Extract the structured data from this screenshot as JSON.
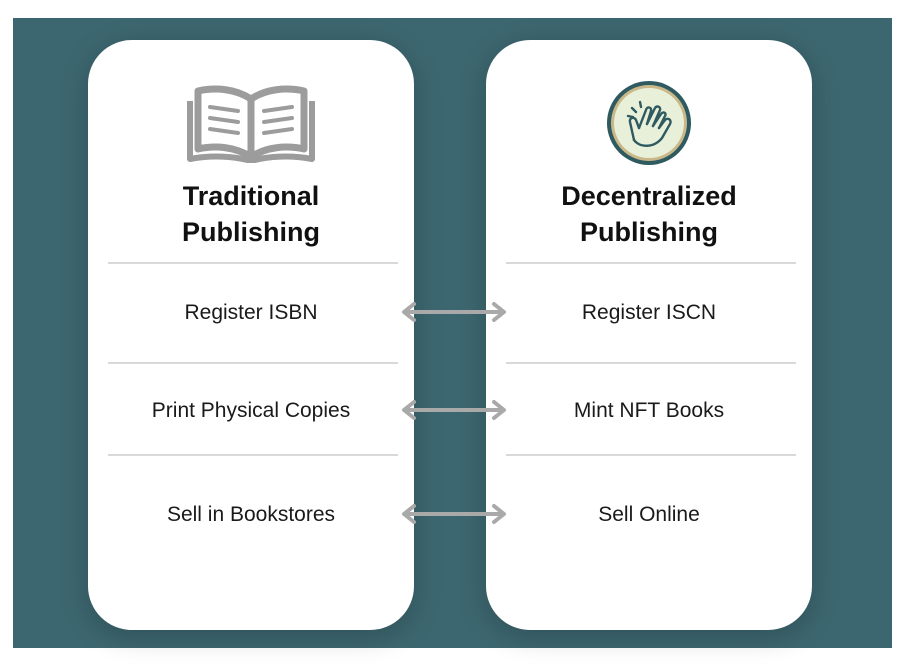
{
  "colors": {
    "panel": "#3d6770",
    "card": "#ffffff",
    "arrow": "#a9a9a9",
    "book_icon": "#9c9c9c",
    "coin_fill": "#e9f0da",
    "coin_ring": "#2f5a60"
  },
  "left": {
    "icon": "open-book-icon",
    "title_line1": "Traditional",
    "title_line2": "Publishing",
    "rows": [
      "Register ISBN",
      "Print Physical Copies",
      "Sell in Bookstores"
    ]
  },
  "right": {
    "icon": "clapping-hands-coin-icon",
    "title_line1": "Decentralized",
    "title_line2": "Publishing",
    "rows": [
      "Register ISCN",
      "Mint NFT Books",
      "Sell Online"
    ]
  }
}
